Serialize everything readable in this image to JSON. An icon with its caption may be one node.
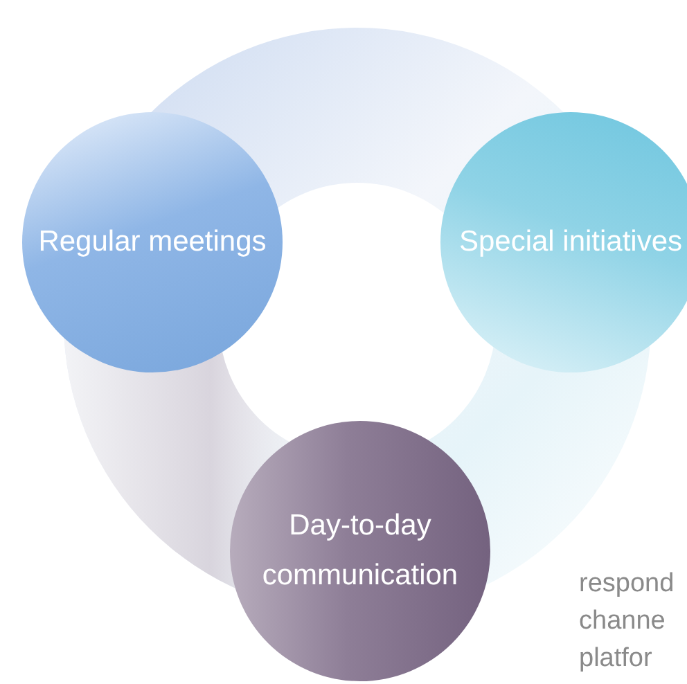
{
  "diagram": {
    "nodes": [
      {
        "text": [
          "Regular meetings"
        ]
      },
      {
        "text": [
          "Special initiatives"
        ]
      },
      {
        "text": [
          "Day-to-day communication"
        ]
      }
    ],
    "labels": [
      "respond",
      "channe",
      "platfor"
    ]
  }
}
